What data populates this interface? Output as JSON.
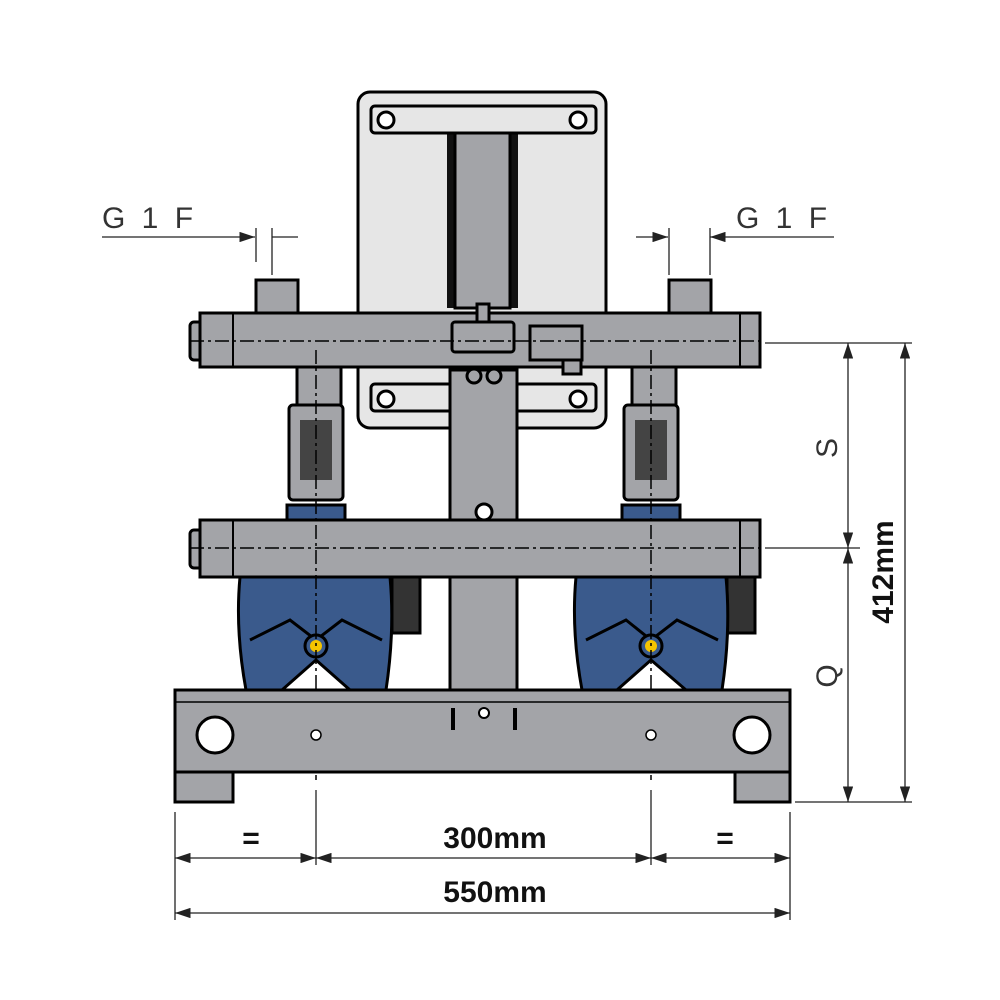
{
  "labels": {
    "inlet_left": "G 1 F",
    "inlet_right": "G 1 F",
    "suction_label": "S",
    "discharge_label": "Q",
    "total_height": "412mm",
    "side_left": "=",
    "pump_spacing": "300mm",
    "side_right": "=",
    "total_width": "550mm"
  },
  "colors": {
    "frame_grey": "#a3a4a8",
    "pump_blue": "#3a5a8c",
    "panel_light": "#e6e6e6",
    "indicator_yellow": "#f5c400",
    "motor_dark": "#333333"
  }
}
